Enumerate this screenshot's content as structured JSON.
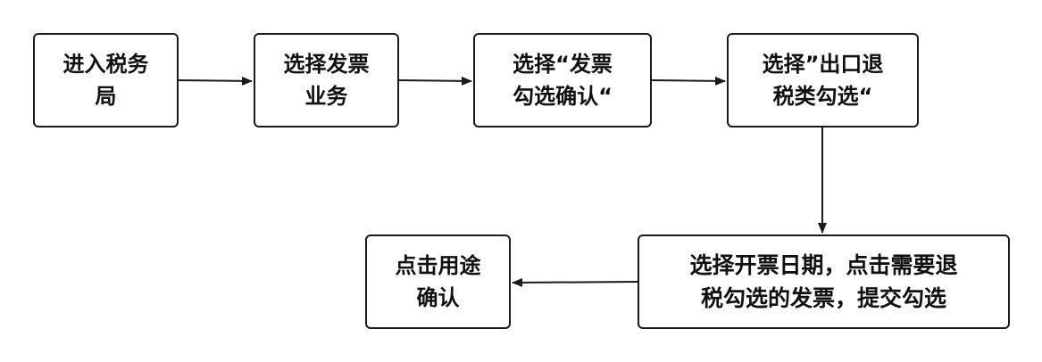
{
  "flowchart": {
    "nodes": [
      {
        "id": "n1",
        "label": "进入税务\n局"
      },
      {
        "id": "n2",
        "label": "选择发票\n业务"
      },
      {
        "id": "n3",
        "label": "选择“发票\n勾选确认“"
      },
      {
        "id": "n4",
        "label": "选择”出口退\n税类勾选“"
      },
      {
        "id": "n5",
        "label": "选择开票日期，点击需要退\n税勾选的发票，提交勾选"
      },
      {
        "id": "n6",
        "label": "点击用途\n确认"
      }
    ],
    "edges": [
      {
        "from": "n1",
        "to": "n2"
      },
      {
        "from": "n2",
        "to": "n3"
      },
      {
        "from": "n3",
        "to": "n4"
      },
      {
        "from": "n4",
        "to": "n5"
      },
      {
        "from": "n5",
        "to": "n6"
      }
    ],
    "colors": {
      "stroke": "#1a1a1a",
      "fill": "#ffffff",
      "text": "#111111"
    }
  }
}
